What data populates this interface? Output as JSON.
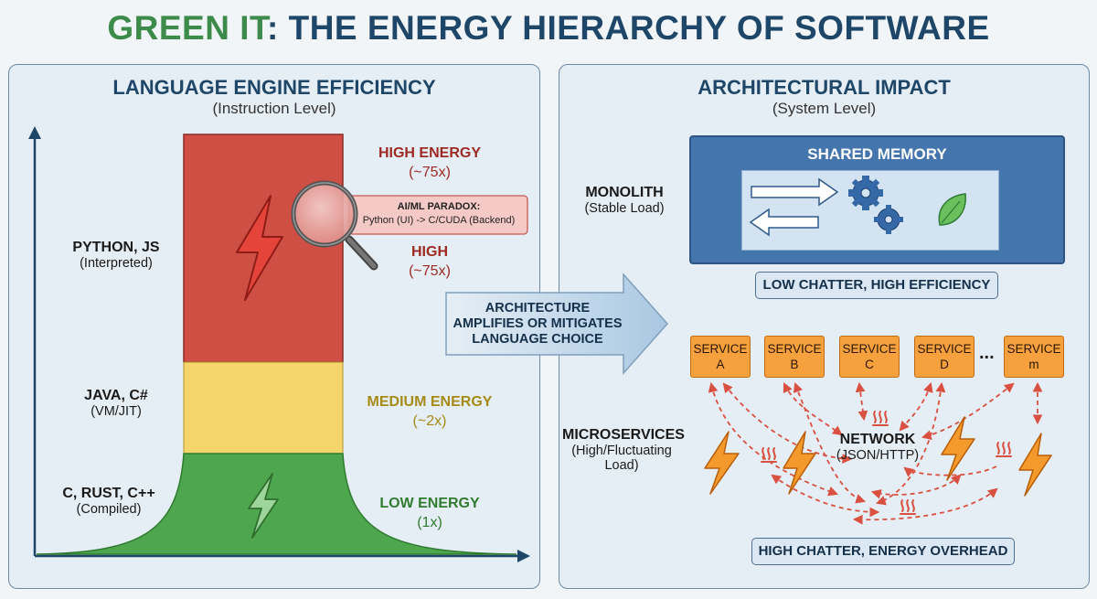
{
  "title": {
    "part1": "GREEN IT",
    "part2": ": THE ENERGY HIERARCHY OF SOFTWARE"
  },
  "left": {
    "title": "LANGUAGE ENGINE EFFICIENCY",
    "subtitle": "(Instruction Level)",
    "languages": [
      {
        "main": "PYTHON, JS",
        "sub": "(Interpreted)"
      },
      {
        "main": "JAVA, C#",
        "sub": "(VM/JIT)"
      },
      {
        "main": "C, RUST, C++",
        "sub": "(Compiled)"
      }
    ],
    "energy": {
      "high_label": "HIGH ENERGY",
      "high_value": "(~75x)",
      "high2_label": "HIGH",
      "high2_value": "(~75x)",
      "medium_label": "MEDIUM ENERGY",
      "medium_value": "(~2x)",
      "low_label": "LOW ENERGY",
      "low_value": "(1x)"
    },
    "paradox": {
      "title": "AI/ML PARADOX:",
      "text": "Python (UI) -> C/CUDA (Backend)"
    }
  },
  "arrow": {
    "line1": "ARCHITECTURE",
    "line2": "AMPLIFIES OR MITIGATES",
    "line3": "LANGUAGE CHOICE"
  },
  "right": {
    "title": "ARCHITECTURAL IMPACT",
    "subtitle": "(System Level)",
    "monolith": {
      "main": "MONOLITH",
      "sub": "(Stable Load)"
    },
    "shared_memory": "SHARED MEMORY",
    "low_chatter": "LOW CHATTER, HIGH EFFICIENCY",
    "services": [
      {
        "name": "SERVICE",
        "id": "A"
      },
      {
        "name": "SERVICE",
        "id": "B"
      },
      {
        "name": "SERVICE",
        "id": "C"
      },
      {
        "name": "SERVICE",
        "id": "D"
      },
      {
        "name": "SERVICE",
        "id": "m"
      }
    ],
    "ellipsis": "...",
    "microservices": {
      "main": "MICROSERVICES",
      "sub1": "(High/Fluctuating",
      "sub2": "Load)"
    },
    "network": {
      "main": "NETWORK",
      "sub": "(JSON/HTTP)"
    },
    "high_chatter": "HIGH CHATTER, ENERGY OVERHEAD"
  },
  "colors": {
    "high": "#cf4f45",
    "medium": "#f5d469",
    "low": "#4ea64e",
    "title_blue": "#1e4668",
    "title_green": "#3d8b4a"
  }
}
